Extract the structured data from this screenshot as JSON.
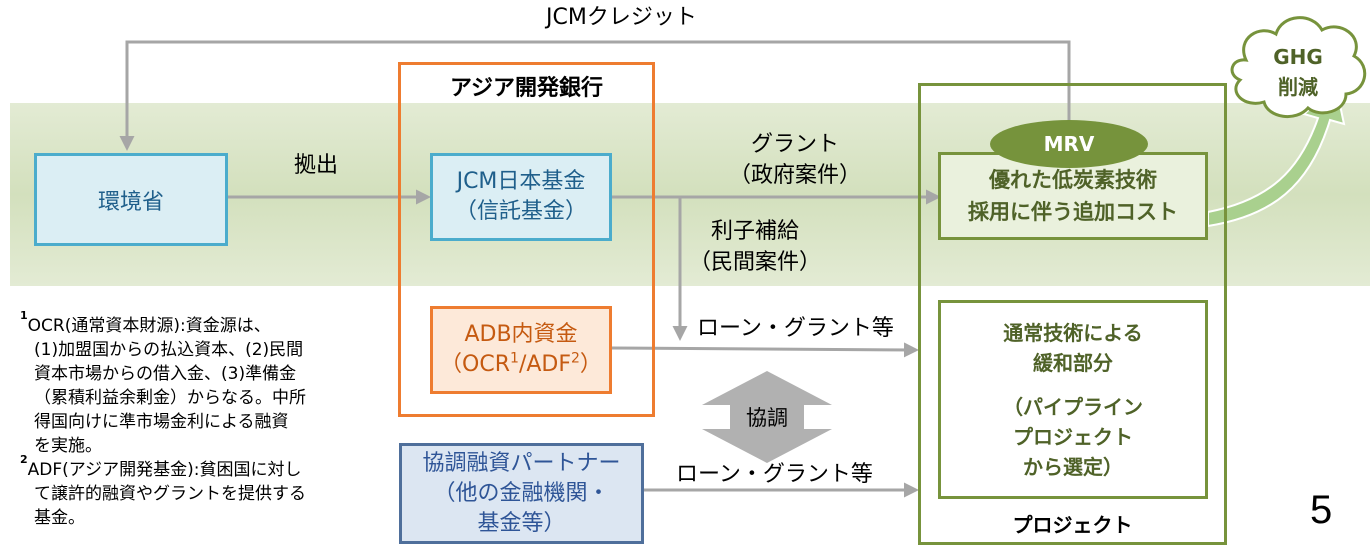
{
  "top_label": "JCMクレジット",
  "ghg": {
    "line1": "GHG",
    "line2": "削減"
  },
  "adb_title": "アジア開発銀行",
  "moe": "環境省",
  "contribution": "拠出",
  "jcm_fund": {
    "line1": "JCM日本基金",
    "line2": "（信託基金）"
  },
  "grant_label": {
    "line1": "グラント",
    "line2": "（政府案件）"
  },
  "interest_label": {
    "line1": "利子補給",
    "line2": "（民間案件）"
  },
  "mrv": "MRV",
  "low_carbon": {
    "line1": "優れた低炭素技術",
    "line2": "採用に伴う追加コスト"
  },
  "adb_capital": {
    "line1": "ADB内資金",
    "line2_a": "（OCR",
    "sup1": "1",
    "line2_b": "/ADF",
    "sup2": "2",
    "line2_c": "）"
  },
  "loan_grant_1": "ローン・グラント等",
  "loan_grant_2": "ローン・グラント等",
  "cooperation": "協調",
  "cofinance": {
    "line1": "協調融資パートナー",
    "line2": "（他の金融機関・",
    "line3": "基金等）"
  },
  "mitigation": {
    "line1": "通常技術による",
    "line2": "緩和部分",
    "line3": "（パイプライン",
    "line4": "プロジェクト",
    "line5": "から選定）"
  },
  "project_label": "プロジェクト",
  "page_number": "5",
  "footnotes": {
    "n1_mark": "1",
    "n1_lines": [
      "OCR(通常資本財源):資金源は、",
      "(1)加盟国からの払込資本、(2)民間",
      "資本市場からの借入金、(3)準備金",
      "（累積利益余剰金）からなる。中所",
      "得国向けに準市場金利による融資",
      "を実施。"
    ],
    "n2_mark": "2",
    "n2_lines": [
      "ADF(アジア開発基金):貧困国に対し",
      "て譲許的融資やグラントを提供する",
      "基金。"
    ]
  },
  "colors": {
    "band": "#d7e4c2",
    "blue_border": "#4baccc",
    "orange_border": "#ee7c30",
    "green_border": "#77933c",
    "navy_border": "#4f6f9b",
    "arrow": "#a6a6a6"
  }
}
